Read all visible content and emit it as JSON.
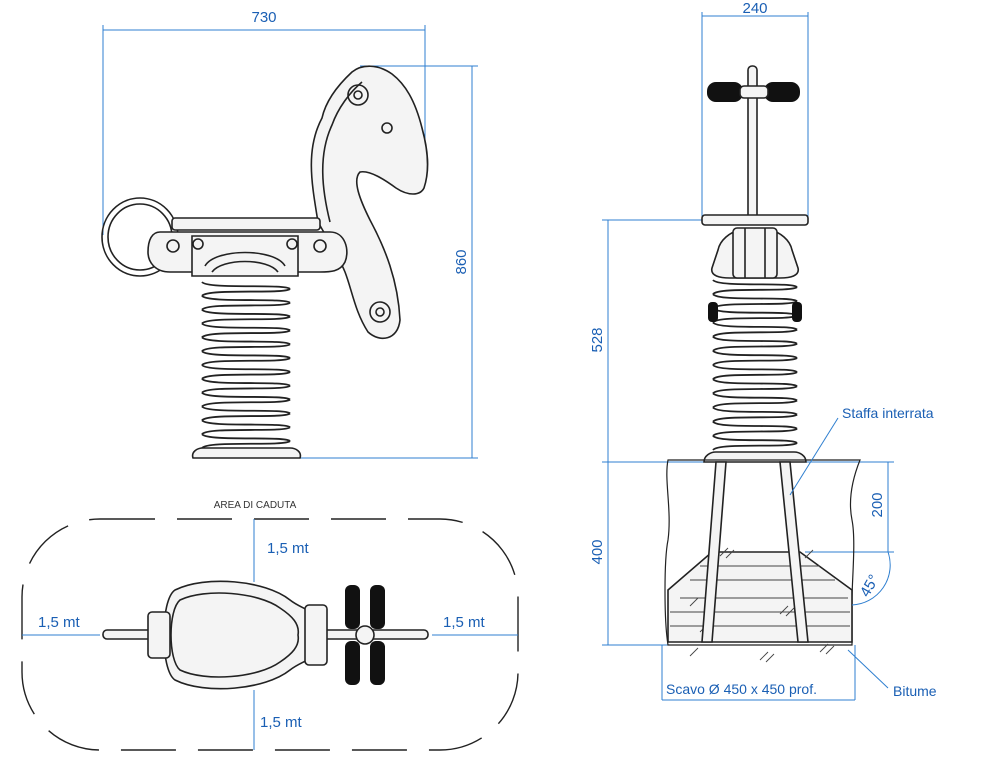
{
  "dimensions": {
    "front_width": "730",
    "front_height": "860",
    "side_width": "240",
    "side_height": "528",
    "ground_depth": "400",
    "stake_depth": "200",
    "angle": "45°"
  },
  "labels": {
    "fall_area": "AREA DI CADUTA",
    "clearance_left": "1,5 mt",
    "clearance_right": "1,5 mt",
    "clearance_top": "1,5 mt",
    "clearance_bottom": "1,5 mt",
    "buried_bracket": "Staffa interrata",
    "excavation": "Scavo Ø 450 x 450 prof.",
    "bitumen": "Bitume"
  },
  "colors": {
    "dimension_blue": "#1a5fb4",
    "line_black": "#222222"
  }
}
